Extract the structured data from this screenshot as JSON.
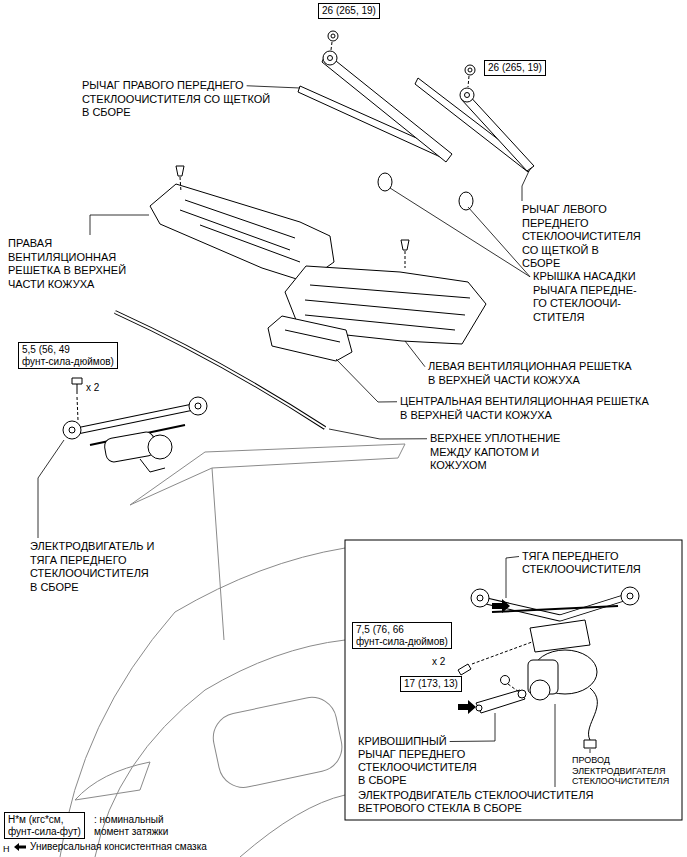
{
  "diagram": {
    "nodes": [
      {
        "text": [
          "26 (265, 19)"
        ]
      },
      {
        "text": [
          "26 (265, 19)"
        ]
      },
      {
        "text": [
          "5,5 (56, 49 фунт-сила-дюймов)"
        ]
      },
      {
        "text": [
          "7,5 (76, 66 фунт-сила-дюймов)"
        ]
      },
      {
        "text": [
          "17 (173, 13)"
        ]
      },
      {
        "text": [
          "Н*м (кгс*см, фунт-сила-фут)"
        ]
      }
    ],
    "labels": [
      "РЫЧАГ ПРАВОГО ПЕРЕДНЕГО СТЕКЛООЧИСТИТЕЛЯ СО ЩЕТКОЙ В СБОРЕ",
      "ПРАВАЯ ВЕНТИЛЯЦИОННАЯ РЕШЕТКА В ВЕРХНЕЙ ЧАСТИ КОЖУХА",
      "РЫЧАГ ЛЕВОГО ПЕРЕДНЕГО СТЕКЛООЧИСТИТЕЛЯ СО ЩЕТКОЙ В СБОРЕ",
      "КРЫШКА НАСАДКИ РЫЧАГА ПЕРЕДНЕ- ГО СТЕКЛООЧИ- СТИТЕЛЯ",
      "ЛЕВАЯ ВЕНТИЛЯЦИОННАЯ РЕШЕТКА В ВЕРХНЕЙ ЧАСТИ КОЖУХА",
      "ЦЕНТРАЛЬНАЯ ВЕНТИЛЯЦИОННАЯ РЕШЕТКА В ВЕРХНЕЙ ЧАСТИ КОЖУХА",
      "x 2",
      "ВЕРХНЕЕ УПЛОТНЕНИЕ МЕЖДУ КАПОТОМ И КОЖУХОМ",
      "ЭЛЕКТРОДВИГАТЕЛЬ И ТЯГА ПЕРЕДНЕГО СТЕКЛООЧИСТИТЕЛЯ В СБОРЕ",
      "ТЯГА ПЕРЕДНЕГО СТЕКЛООЧИСТИТЕЛЯ",
      "x 2",
      "КРИВОШИПНЫЙ РЫЧАГ ПЕРЕДНЕГО СТЕКЛООЧИСТИТЕЛЯ В СБОРЕ",
      "ПРОВОД ЭЛЕКТРОДВИГАТЕЛЯ СТЕКЛООЧИСТИТЕЛЯ",
      "ЭЛЕКТРОДВИГАТЕЛЬ СТЕКЛООЧИСТИТЕЛЯ ВЕТРОВОГО СТЕКЛА В СБОРЕ",
      ": номинальный момент затяжки",
      "Н"
    ],
    "legend": [
      {
        "text": "Универсальная консистентная смазка"
      }
    ]
  }
}
